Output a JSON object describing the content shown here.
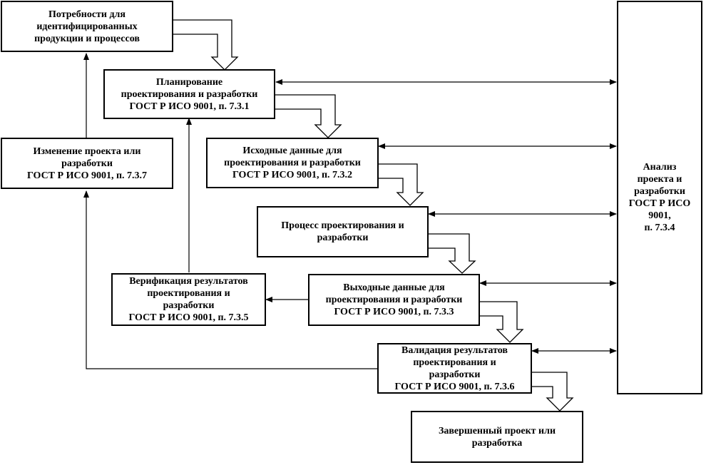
{
  "diagram": {
    "nodes": {
      "needs": "Потребности для\nидентифицированных\nпродукции и процессов",
      "planning": "Планирование\nпроектирования и разработки\nГОСТ Р ИСО 9001, п. 7.3.1",
      "inputs": "Исходные данные для\nпроектирования и разработки\nГОСТ Р ИСО 9001, п. 7.3.2",
      "process": "Процесс проектирования и\nразработки",
      "outputs": "Выходные данные для\nпроектирования и разработки\nГОСТ Р ИСО 9001, п. 7.3.3",
      "validation": "Валидация результатов\nпроектирования и\nразработки\nГОСТ Р ИСО 9001, п. 7.3.6",
      "completed": "Завершенный проект или\nразработка",
      "change": "Изменение проекта или\nразработки\nГОСТ Р ИСО 9001, п. 7.3.7",
      "verification": "Верификация результатов\nпроектирования и\nразработки\nГОСТ Р ИСО 9001, п. 7.3.5",
      "review": "Анализ\nпроекта и\nразработки\nГОСТ Р ИСО\n9001,\nп. 7.3.4"
    }
  }
}
